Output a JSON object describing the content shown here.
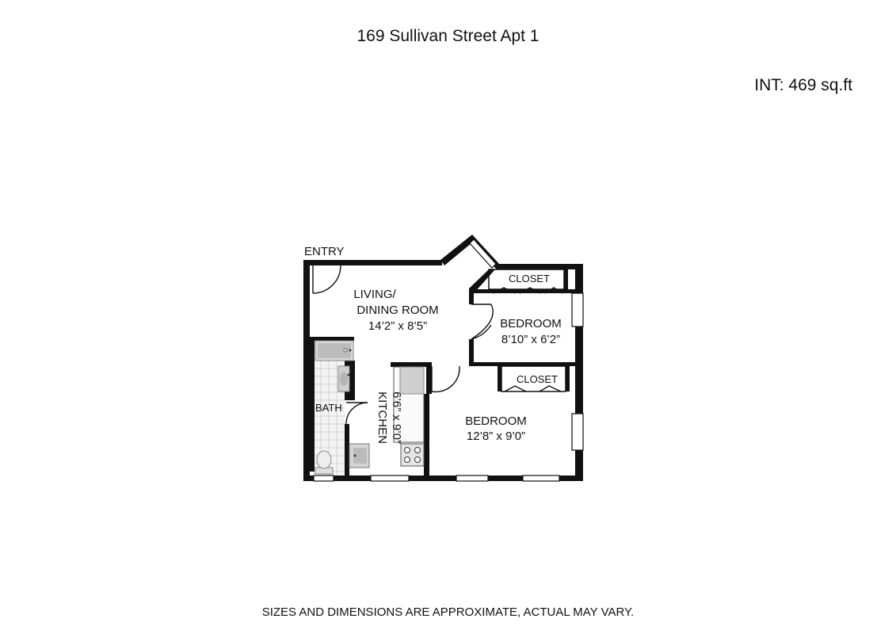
{
  "title": "169 Sullivan Street Apt 1",
  "interior_area": "INT: 469 sq.ft",
  "disclaimer": "SIZES AND DIMENSIONS ARE APPROXIMATE, ACTUAL MAY VARY.",
  "rooms": {
    "entry": "ENTRY",
    "living_line1": "LIVING/",
    "living_line2": "DINING ROOM",
    "living_dims": "14’2” x 8’5”",
    "bedroom1_name": "BEDROOM",
    "bedroom1_dims": "8’10” x 6’2”",
    "bedroom2_name": "BEDROOM",
    "bedroom2_dims": "12’8” x 9’0”",
    "closet1": "CLOSET",
    "closet2": "CLOSET",
    "bath": "BATH",
    "kitchen_name": "KITCHEN",
    "kitchen_dims": "6’6” x 9’0”"
  }
}
